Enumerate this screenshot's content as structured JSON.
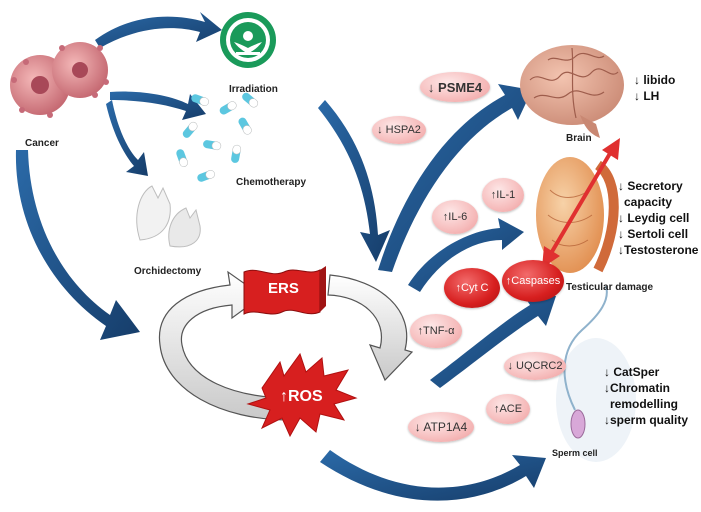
{
  "sources": {
    "cancer": "Cancer",
    "irradiation": "Irradiation",
    "chemotherapy": "Chemotherapy",
    "orchidectomy": "Orchidectomy"
  },
  "stress": {
    "ers": "ERS",
    "ros": "↑ROS"
  },
  "markers": {
    "psme4": "↓ PSME4",
    "hspa2": "↓ HSPA2",
    "il1": "↑IL-1",
    "il6": "↑IL-6",
    "cytc": "↑Cyt C",
    "caspases": "↑Caspases",
    "tnfa": "↑TNF-α",
    "uqcrc2": "↓ UQCRC2",
    "ace": "↑ACE",
    "atp1a4": "↓ ATP1A4"
  },
  "targets": {
    "brain": "Brain",
    "testicular_damage": "Testicular damage",
    "sperm_cell": "Sperm cell"
  },
  "effects": {
    "brain": [
      "↓ libido",
      "↓ LH"
    ],
    "testis": [
      "↓ Secretory",
      "capacity",
      "↓ Leydig cell",
      "↓ Sertoli cell",
      "↓Testosterone"
    ],
    "sperm": [
      "↓ CatSper",
      "↓Chromatin",
      "remodelling",
      "↓sperm quality"
    ]
  },
  "colors": {
    "arrow_blue": "#1f4f86",
    "red": "#d71f1f",
    "pink": "#f6bcbc",
    "irradiation_green": "#1a9a5a"
  },
  "icons": [
    "cancer-cell-icon",
    "irradiation-symbol-icon",
    "capsules-icon",
    "broken-eggshell-icon",
    "brain-icon",
    "testis-icon",
    "sperm-cell-icon"
  ]
}
